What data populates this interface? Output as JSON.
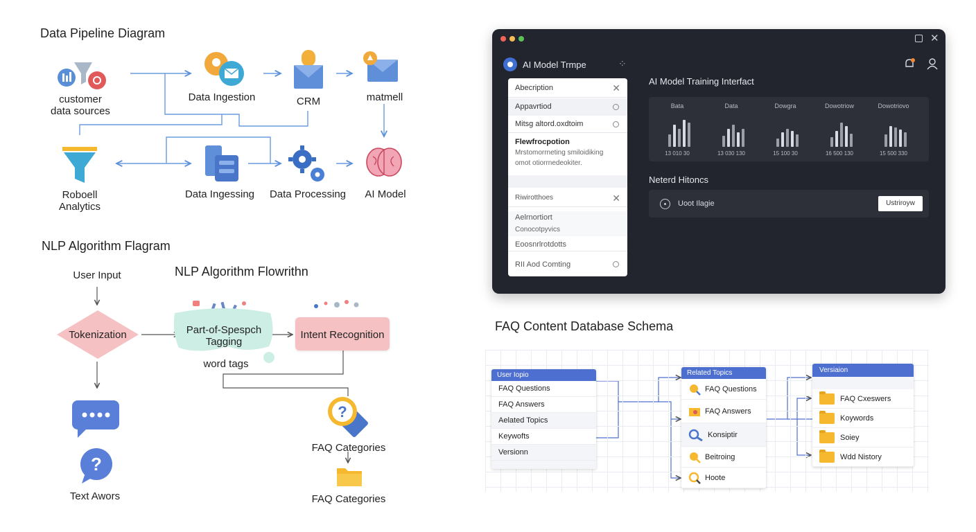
{
  "pipeline": {
    "title": "Data Pipeline Diagram",
    "nodes": {
      "customer": "customer\ndata sources",
      "ingestion": "Data Ingestion",
      "crm": "CRM",
      "matmell": "matmell",
      "roboell": "Roboell\nAnalytics",
      "ingessing": "Data Ingessing",
      "processing": "Data Processing",
      "ai_model": "AI Model"
    }
  },
  "nlp": {
    "title": "NLP Algorithm Flagram",
    "subtitle": "NLP Algorithm Flowrithn",
    "nodes": {
      "user_input": "User Input",
      "tokenization": "Tokenization",
      "pos": "Part-of-Spespch\nTagging",
      "word_tags": "word tags",
      "intent": "Intent Recognition",
      "faq_cat_1": "FAQ Categories",
      "faq_cat_2": "FAQ Categories",
      "text_awors": "Text Awors"
    }
  },
  "app_window": {
    "app_title": "AI Model Trmpe",
    "section_title": "AI Model Training Interfact",
    "panel_items": [
      {
        "label": "Abecription",
        "control": "close"
      },
      {
        "label": "Appavrtiod",
        "control": "radio"
      },
      {
        "label": "Mitsg altord.oxdtoim",
        "control": "radio"
      },
      {
        "label": "Flewfrocpotion",
        "control": "none"
      },
      {
        "label": "Riwirotthoes",
        "control": "close"
      },
      {
        "label": "Aelrnortiort",
        "control": "none"
      },
      {
        "label": "Conocotpyvics",
        "control": "none"
      },
      {
        "label": "Eoosnrlrotdotts",
        "control": "none"
      },
      {
        "label": "RII Aod Comting",
        "control": "radio"
      }
    ],
    "panel_desc": "Mrstomorrneting smiloidiking\nomot otiorrnedeokiter.",
    "charts": [
      {
        "title": "Bata",
        "ticks": "13  010  30",
        "values": [
          20,
          36,
          30,
          44,
          40
        ]
      },
      {
        "title": "Data",
        "ticks": "13  030  130",
        "values": [
          18,
          30,
          36,
          24,
          30
        ]
      },
      {
        "title": "Dowgra",
        "ticks": "15  100  30",
        "values": [
          14,
          24,
          30,
          26,
          20
        ]
      },
      {
        "title": "Dowotriow",
        "ticks": "16  500  130",
        "values": [
          16,
          26,
          40,
          34,
          22
        ]
      },
      {
        "title": "Dowotriovo",
        "ticks": "15  500  330",
        "values": [
          20,
          34,
          32,
          28,
          24
        ]
      }
    ],
    "history_title": "Neterd Hitoncs",
    "history_item": "Uoot Ilagie",
    "history_button": "Ustriroyw"
  },
  "schema": {
    "title": "FAQ Content Database Schema",
    "table1": {
      "header": "User Iopio",
      "rows": [
        "FAQ Questions",
        "FAQ Answers",
        "Aelated Topics",
        "Keywofts",
        "Versionn"
      ]
    },
    "table2": {
      "header": "Related Topics",
      "rows": [
        "FAQ Questions",
        "FAQ Answers",
        "Konsiptir",
        "Beitroing",
        "Hoote"
      ]
    },
    "table3": {
      "header": "Versiaion",
      "rows": [
        "FAQ Cxeswers",
        "Koywords",
        "Soiey",
        "Wdd Nistory"
      ]
    }
  },
  "colors": {
    "accent": "#4d6fcf",
    "window_bg": "#22252d",
    "panel_bg": "#2d3039",
    "node_pink": "#f6c1c3",
    "node_mint": "#cdeee4"
  }
}
